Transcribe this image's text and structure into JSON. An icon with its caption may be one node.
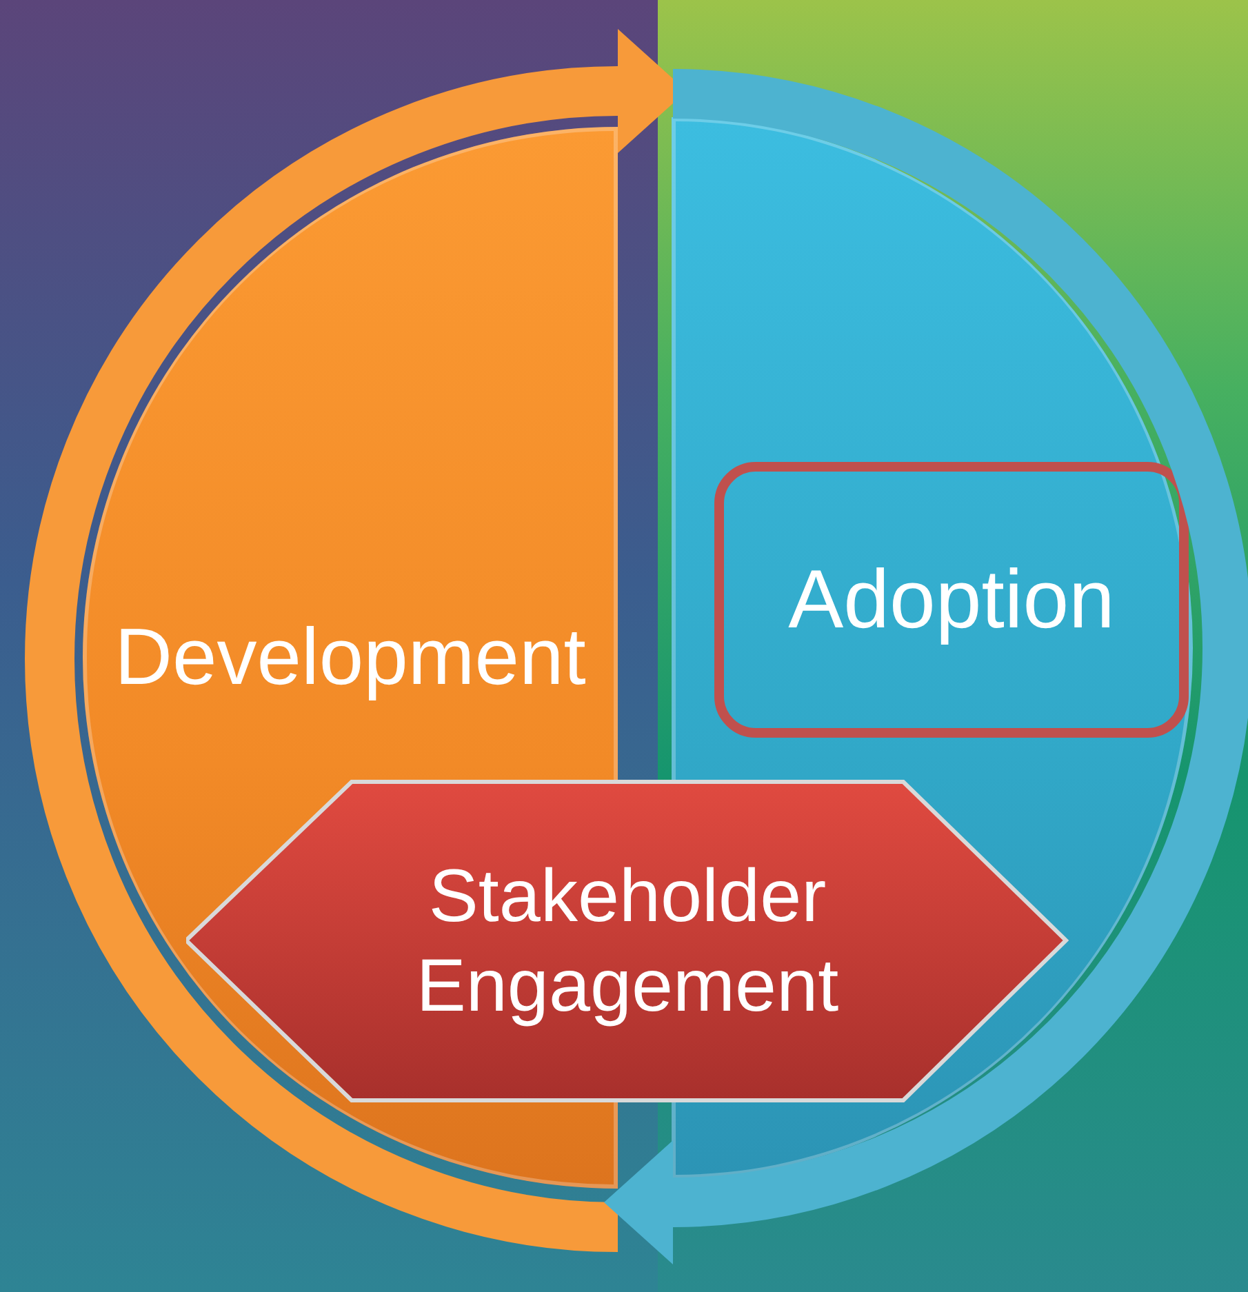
{
  "diagram": {
    "nodes": [
      {
        "text": [
          "Development"
        ]
      },
      {
        "text": [
          "Adoption"
        ]
      },
      {
        "text": [
          "Stakeholder Engagement"
        ]
      }
    ]
  }
}
